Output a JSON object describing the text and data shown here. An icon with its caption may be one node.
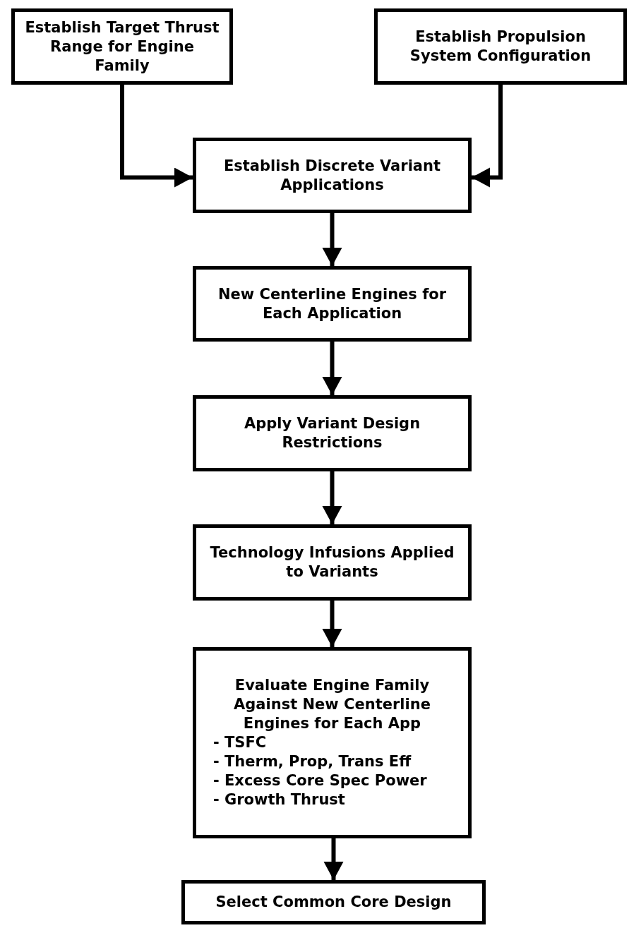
{
  "diagram": {
    "nodes": [
      {
        "text": [
          "Establish Target Thrust Range for Engine Family"
        ]
      },
      {
        "text": [
          "Establish Propulsion System Configuration"
        ]
      },
      {
        "text": [
          "Establish Discrete Variant Applications"
        ]
      },
      {
        "text": [
          "New Centerline Engines for Each Application"
        ]
      },
      {
        "text": [
          "Apply Variant Design Restrictions"
        ]
      },
      {
        "text": [
          "Technology Infusions Applied to Variants"
        ]
      },
      {
        "text": [
          "Evaluate Engine Family Against New Centerline Engines for Each App",
          "- TSFC",
          "- Therm, Prop, Trans Eff",
          "- Excess Core Spec Power",
          "- Growth Thrust"
        ]
      },
      {
        "text": [
          "Select Common Core Design"
        ]
      }
    ],
    "edges": [
      {
        "from": 0,
        "to": 2,
        "arrow": "to"
      },
      {
        "from": 1,
        "to": 2,
        "arrow": "to"
      },
      {
        "from": 2,
        "to": 3,
        "arrow": "to"
      },
      {
        "from": 3,
        "to": 4,
        "arrow": "to"
      },
      {
        "from": 4,
        "to": 5,
        "arrow": "to"
      },
      {
        "from": 5,
        "to": 6,
        "arrow": "to"
      },
      {
        "from": 6,
        "to": 7,
        "arrow": "to"
      }
    ]
  }
}
